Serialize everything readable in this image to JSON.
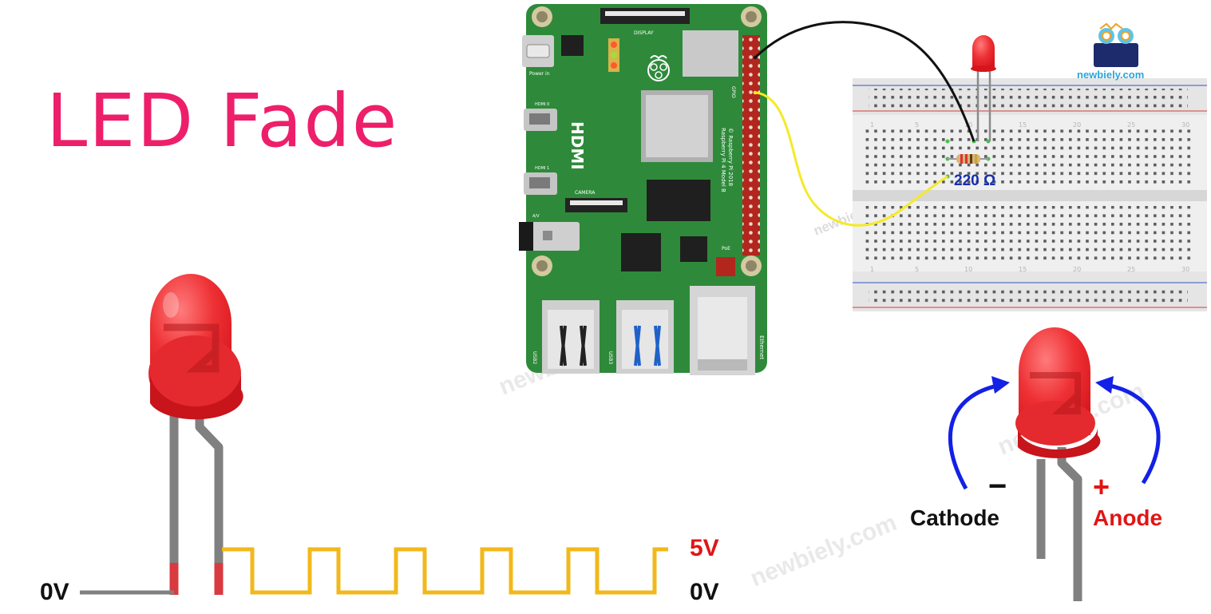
{
  "title": "LED Fade",
  "signal": {
    "high_label": "5V",
    "low_label": "0V",
    "ground_label": "0V"
  },
  "led_legend": {
    "cathode_label": "Cathode",
    "cathode_sign": "−",
    "anode_label": "Anode",
    "anode_sign": "+"
  },
  "resistor_label": "220 Ω",
  "brand": {
    "name": "newbiely.com",
    "watermark": "newbiely.com"
  },
  "board": {
    "hdmi_text": "HDMI",
    "model_text": "Raspberry Pi 4 Model B",
    "copyright_text": "© Raspberry Pi 2018",
    "display_label": "DISPLAY",
    "camera_label": "CAMERA",
    "power_label": "Power in",
    "gpio_label": "GPIO",
    "ethernet_label": "Ethernet",
    "usb2_label": "USB2",
    "usb3_label": "USB3",
    "poe_label": "PoE",
    "hdmi0_label": "HDMI 0",
    "hdmi1_label": "HDMI 1",
    "av_label": "A/V"
  },
  "colors": {
    "title": "#ee1f6a",
    "led_red": "#e21b23",
    "pcb_green": "#2e8a3a",
    "wire_yellow": "#f4ea29",
    "pwm_wave": "#f2b81b",
    "arrow_blue": "#1320e6",
    "anode_red": "#e11515"
  }
}
